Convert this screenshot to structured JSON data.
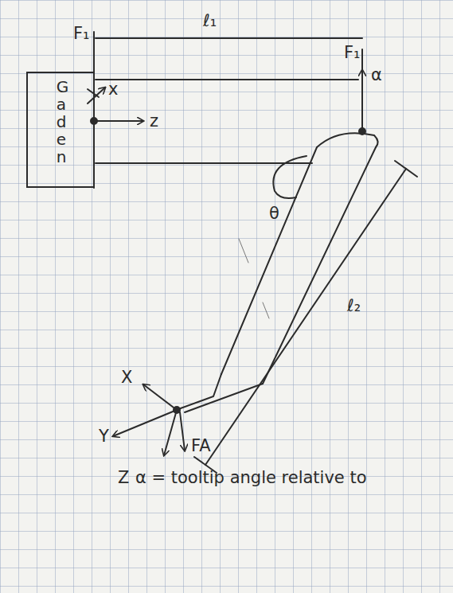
{
  "diagram": {
    "nodes": [
      {
        "text": [
          "Gaden"
        ]
      }
    ],
    "labels": [
      "F₁",
      "ℓ₁",
      "x",
      "z",
      "F₁",
      "α",
      "θ",
      "ℓ₂",
      "X",
      "Y",
      "FA",
      "Z",
      "α = tooltip angle relative to"
    ]
  }
}
